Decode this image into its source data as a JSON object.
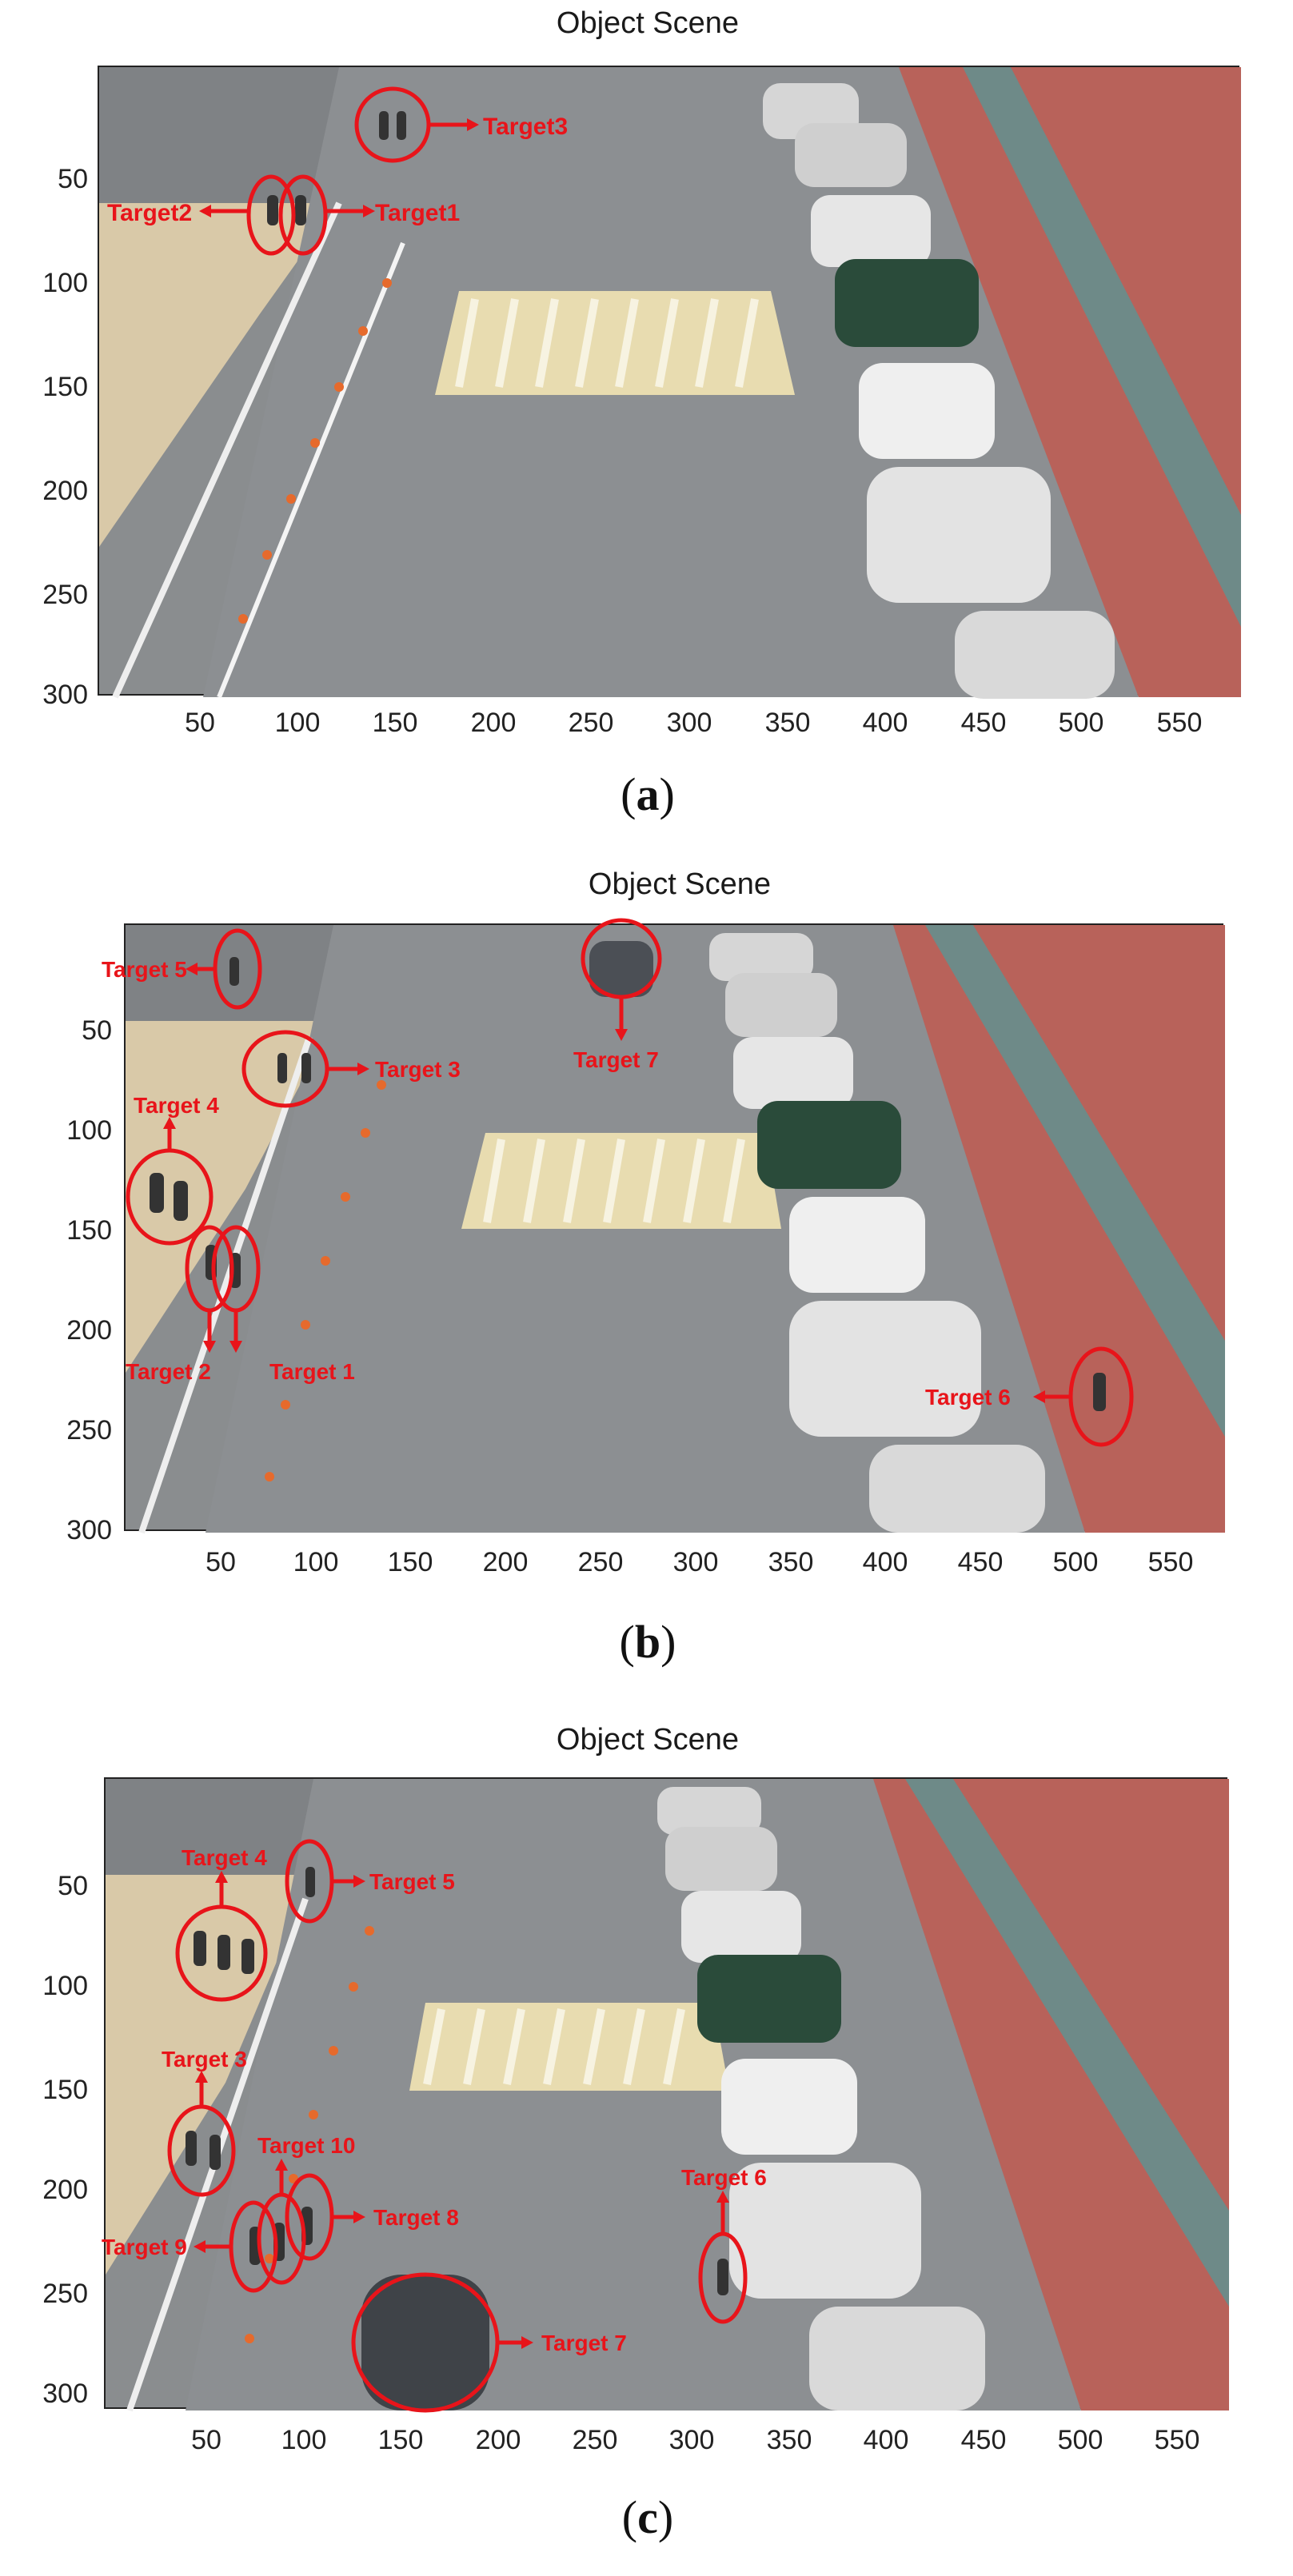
{
  "figure": {
    "panels": [
      {
        "id": "a",
        "title": "Object Scene",
        "caption_letter": "a",
        "yticks": [
          "50",
          "100",
          "150",
          "200",
          "250",
          "300"
        ],
        "xticks": [
          "50",
          "100",
          "150",
          "200",
          "250",
          "300",
          "350",
          "400",
          "450",
          "500",
          "550"
        ],
        "targets": [
          "Target1",
          "Target2",
          "Target3"
        ]
      },
      {
        "id": "b",
        "title": "Object Scene",
        "caption_letter": "b",
        "yticks": [
          "50",
          "100",
          "150",
          "200",
          "250",
          "300"
        ],
        "xticks": [
          "50",
          "100",
          "150",
          "200",
          "250",
          "300",
          "350",
          "400",
          "450",
          "500",
          "550"
        ],
        "targets": [
          "Target 1",
          "Target 2",
          "Target 3",
          "Target 4",
          "Target 5",
          "Target 6",
          "Target 7"
        ]
      },
      {
        "id": "c",
        "title": "Object Scene",
        "caption_letter": "c",
        "yticks": [
          "50",
          "100",
          "150",
          "200",
          "250",
          "300"
        ],
        "xticks": [
          "50",
          "100",
          "150",
          "200",
          "250",
          "300",
          "350",
          "400",
          "450",
          "500",
          "550"
        ],
        "targets": [
          "Target 3",
          "Target 4",
          "Target 5",
          "Target 6",
          "Target 7",
          "Target 8",
          "Target 9",
          "Target 10"
        ]
      }
    ],
    "colors": {
      "annotation": "#e8141a",
      "road": "#8a8d8f",
      "sidewalk": "#b8625a",
      "grass": "#d9c9a8",
      "crosswalk": "#e8dcb0"
    }
  }
}
